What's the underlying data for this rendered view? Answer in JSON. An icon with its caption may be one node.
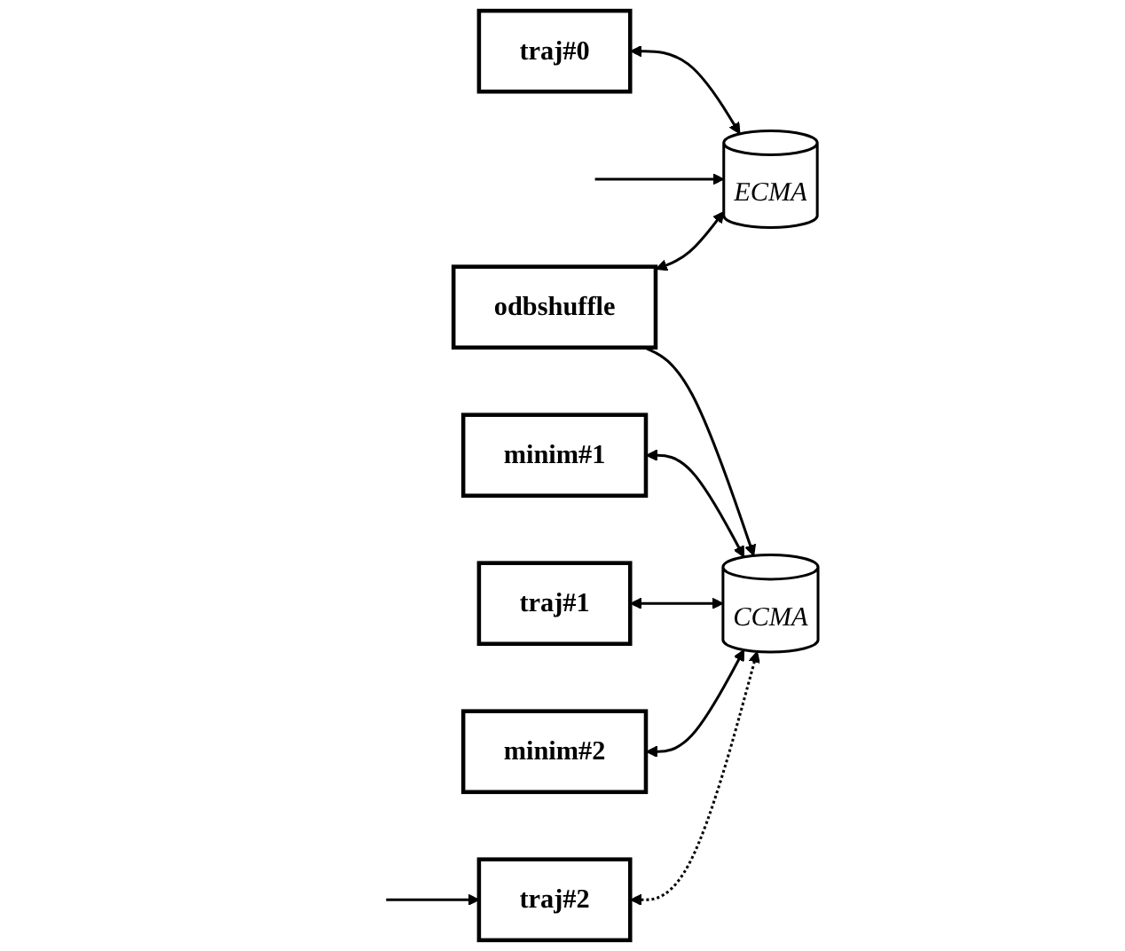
{
  "diagram": {
    "nodes": [
      {
        "text": [
          "traj#0"
        ]
      },
      {
        "text": [
          "ECMA"
        ]
      },
      {
        "text": [
          "odbshuffle"
        ]
      },
      {
        "text": [
          "minim#1"
        ]
      },
      {
        "text": [
          "traj#1"
        ]
      },
      {
        "text": [
          "CCMA"
        ]
      },
      {
        "text": [
          "minim#2"
        ]
      },
      {
        "text": [
          "traj#2"
        ]
      }
    ],
    "edges": [
      {
        "from": 0,
        "to": 1,
        "arrow": "both"
      },
      {
        "from": null,
        "to": 1,
        "arrow": "to"
      },
      {
        "from": 2,
        "to": 1,
        "arrow": "both"
      },
      {
        "from": 2,
        "to": 5,
        "arrow": "to"
      },
      {
        "from": 3,
        "to": 5,
        "arrow": "both"
      },
      {
        "from": 4,
        "to": 5,
        "arrow": "both"
      },
      {
        "from": 6,
        "to": 5,
        "arrow": "both"
      },
      {
        "from": 7,
        "to": 5,
        "arrow": "both",
        "style": "dashed"
      },
      {
        "from": null,
        "to": 7,
        "arrow": "to"
      }
    ]
  }
}
